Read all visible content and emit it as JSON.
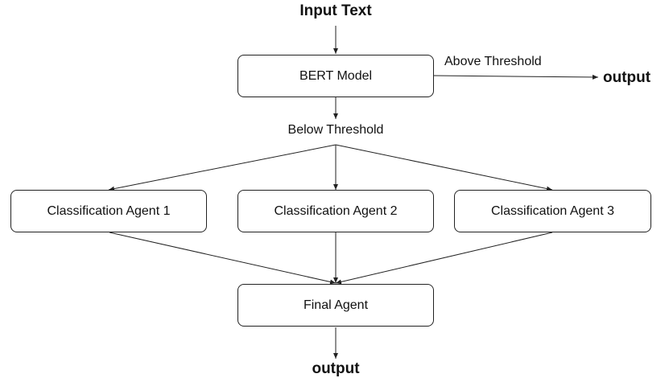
{
  "diagram": {
    "input_label": "Input Text",
    "bert_label": "BERT Model",
    "above_label": "Above Threshold",
    "output_right_label": "output",
    "below_label": "Below Threshold",
    "agents": [
      {
        "label": "Classification Agent 1"
      },
      {
        "label": "Classification Agent 2"
      },
      {
        "label": "Classification Agent 3"
      }
    ],
    "final_label": "Final Agent",
    "output_bottom_label": "output"
  }
}
